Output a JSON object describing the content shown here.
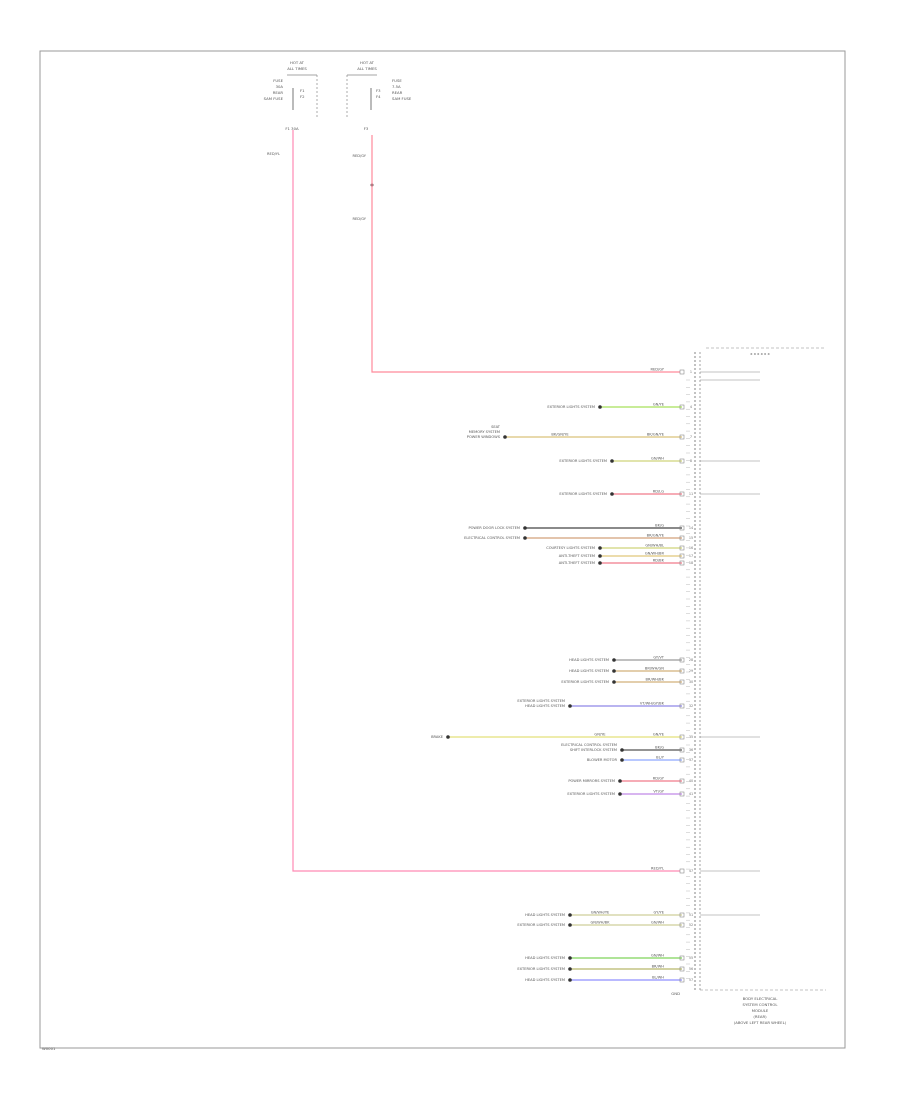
{
  "figure_id": "W0001",
  "module": {
    "header": "x x x x x x",
    "caption_lines": [
      "BODY ELECTRICAL",
      "SYSTEM CONTROL",
      "MODULE",
      "(REAR)",
      "(ABOVE LEFT REAR WHEEL)"
    ],
    "ground_label": "GND"
  },
  "fuses": [
    {
      "header": [
        "HOT AT",
        "ALL TIMES"
      ],
      "side_lines": [
        "FUSE",
        "30A",
        "REAR",
        "SAM FUSE"
      ],
      "mid_lines": [
        "F1",
        "F2"
      ],
      "pin_label": "F1 30A",
      "wire_label": "RED/YL"
    },
    {
      "header": [
        "HOT AT",
        "ALL TIMES"
      ],
      "side_lines": [
        "FUSE",
        "7.5A",
        "REAR",
        "SAM FUSE"
      ],
      "mid_lines": [
        "F3",
        "F4"
      ],
      "pin_label": "F3",
      "wire_label": "RED/GY"
    }
  ],
  "splice_label": "RED/GY",
  "rows": [
    {
      "id": "r1",
      "desc": [],
      "wire": "RED/GY",
      "color": "#ff8a9b",
      "pin": "1"
    },
    {
      "id": "r2",
      "desc": [
        "EXTERIOR LIGHTS SYSTEM"
      ],
      "wire": "GN/YE",
      "color": "#a8e05a",
      "pin": "4"
    },
    {
      "id": "r3",
      "desc": [
        "SEAT",
        "MEMORY SYSTEM",
        "POWER WINDOWS"
      ],
      "wire": "BK/GN/YE",
      "wire2": "BK/GN/YE",
      "color": "#d9c27a",
      "pin": "7"
    },
    {
      "id": "r4",
      "desc": [
        "EXTERIOR LIGHTS SYSTEM"
      ],
      "wire": "GN/WH",
      "color": "#cfd47a",
      "pin": "8"
    },
    {
      "id": "r5",
      "desc": [
        "EXTERIOR LIGHTS SYSTEM"
      ],
      "wire": "RD/LG",
      "color": "#f07a8a",
      "pin": "11"
    },
    {
      "id": "r6",
      "desc": [
        "POWER DOOR LOCK SYSTEM"
      ],
      "wire": "BK/G",
      "color": "#444444",
      "pin": "14"
    },
    {
      "id": "r7",
      "desc": [
        "ELECTRICAL CONTROL SYSTEM"
      ],
      "wire": "BR/GN/YE",
      "color": "#d2a07a",
      "pin": "15"
    },
    {
      "id": "r8",
      "desc": [
        "COURTESY LIGHTS SYSTEM"
      ],
      "wire": "GN/WH/BL",
      "color": "#cfd47a",
      "pin": "16"
    },
    {
      "id": "r9",
      "desc": [
        "ANTI-THEFT SYSTEM"
      ],
      "wire": "GN/WH/BR",
      "color": "#e0c77a",
      "pin": "17"
    },
    {
      "id": "r10",
      "desc": [
        "ANTI-THEFT SYSTEM"
      ],
      "wire": "RD/BK",
      "color": "#f07a8a",
      "pin": "18"
    },
    {
      "id": "r11",
      "desc": [
        "HEAD LIGHTS SYSTEM"
      ],
      "wire": "GY/VT",
      "color": "#9a9a9a",
      "pin": "28"
    },
    {
      "id": "r12",
      "desc": [
        "HEAD LIGHTS SYSTEM"
      ],
      "wire": "BR/WH/GN",
      "color": "#d2b07a",
      "pin": "29"
    },
    {
      "id": "r13",
      "desc": [
        "EXTERIOR LIGHTS SYSTEM"
      ],
      "wire": "BR/WH/BK",
      "color": "#d2b07a",
      "pin": "30"
    },
    {
      "id": "r14",
      "desc": [
        "EXTERIOR LIGHTS SYSTEM",
        "HEAD LIGHTS SYSTEM"
      ],
      "wire": "VT/WH/GY/BK",
      "color": "#8f86e8",
      "pin": "32"
    },
    {
      "id": "r15",
      "desc": [
        "BRAKE"
      ],
      "wire": "GN/YE",
      "wire2": "GN/YE",
      "color": "#e4e07a",
      "pin": "35"
    },
    {
      "id": "r16",
      "desc": [
        "ELECTRICAL CONTROL SYSTEM",
        "SHIFT INTERLOCK SYSTEM"
      ],
      "wire": "BK/G",
      "color": "#555555",
      "pin": "36"
    },
    {
      "id": "r17",
      "desc": [
        "BLOWER MOTOR"
      ],
      "wire": "BL/Y",
      "color": "#8ea8ff",
      "pin": "37"
    },
    {
      "id": "r18",
      "desc": [
        "POWER MIRRORS SYSTEM"
      ],
      "wire": "RD/GY",
      "color": "#f07a8a",
      "pin": "40"
    },
    {
      "id": "r19",
      "desc": [
        "EXTERIOR LIGHTS SYSTEM"
      ],
      "wire": "VT/GY",
      "color": "#c089e6",
      "pin": "41"
    },
    {
      "id": "r20",
      "desc": [],
      "wire": "RED/YL",
      "color": "#ff8ab3",
      "pin": "47"
    },
    {
      "id": "r21",
      "desc": [
        "HEAD LIGHTS SYSTEM"
      ],
      "wire": "GY/YE",
      "wire2": "GN/WH/YE",
      "color": "#cfcf9a",
      "pin": "51"
    },
    {
      "id": "r22",
      "desc": [
        "EXTERIOR LIGHTS SYSTEM"
      ],
      "wire": "GN/WH",
      "wire2": "GN/WH/BK",
      "color": "#cfcf9a",
      "pin": "52"
    },
    {
      "id": "r23",
      "desc": [
        "HEAD LIGHTS SYSTEM"
      ],
      "wire": "GN/WH",
      "color": "#7fd45a",
      "pin": "55"
    },
    {
      "id": "r24",
      "desc": [
        "EXTERIOR LIGHTS SYSTEM"
      ],
      "wire": "BR/WH",
      "color": "#b8b86a",
      "pin": "56"
    },
    {
      "id": "r25",
      "desc": [
        "HEAD LIGHTS SYSTEM"
      ],
      "wire": "BL/WH",
      "color": "#8f8fff",
      "pin": "57"
    }
  ]
}
